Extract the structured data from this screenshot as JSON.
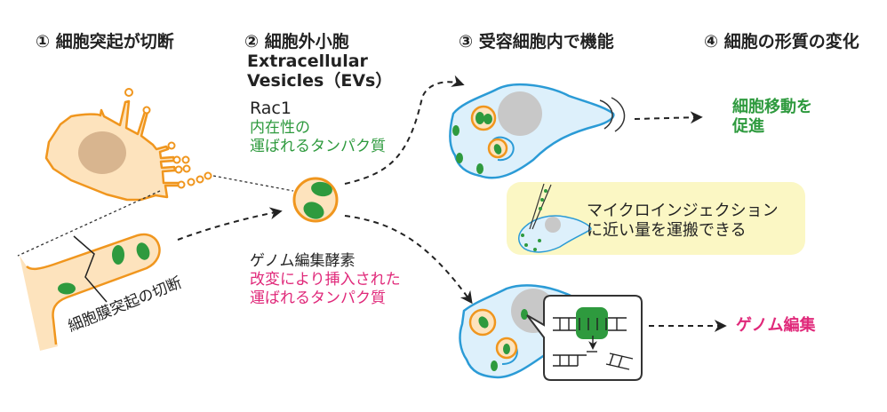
{
  "headers": {
    "step1": "① 細胞突起が切断",
    "step2_line1": "② 細胞外小胞",
    "step2_line2": "Extracellular",
    "step2_line3": "Vesicles（EVs）",
    "step3": "③ 受容細胞内で機能",
    "step4": "④ 細胞の形質の変化"
  },
  "cargo_endogenous": {
    "name": "Rac1",
    "desc_line1": "内在性の",
    "desc_line2": "運ばれるタンパク質"
  },
  "cargo_engineered": {
    "name": "ゲノム編集酵素",
    "desc_line1": "改変により挿入された",
    "desc_line2": "運ばれるタンパク質"
  },
  "membrane_label": "細胞膜突起の切断",
  "note": {
    "line1": "マイクロインジェクション",
    "line2": "に近い量を運搬できる"
  },
  "outcomes": {
    "migration_line1": "細胞移動を",
    "migration_line2": "促進",
    "genome_editing": "ゲノム編集"
  },
  "colors": {
    "orange": "#f0961e",
    "cell_fill": "#fde3bd",
    "nucleus_orange": "#d8b58f",
    "green": "#2e9a3e",
    "blue_outline": "#2b9bd6",
    "blue_fill": "#ddf0fb",
    "gray_nucleus": "#c8c8c8",
    "pink": "#e0297a",
    "note_bg": "#fbf7c4"
  }
}
